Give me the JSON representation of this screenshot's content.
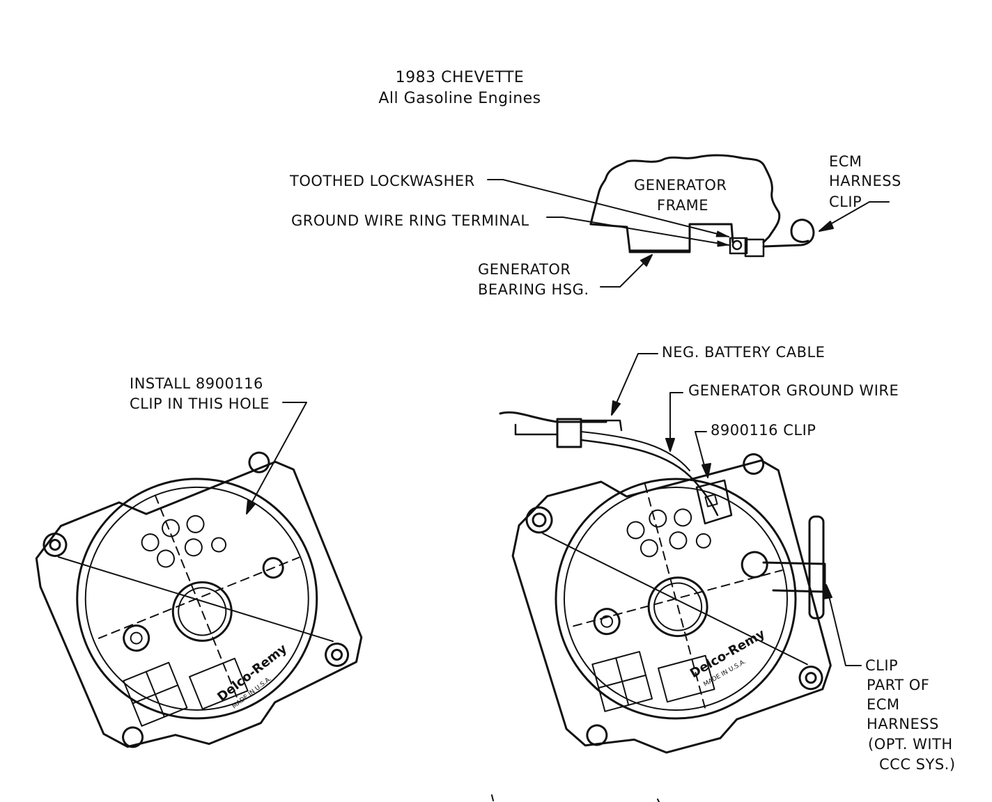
{
  "title": {
    "line1": "1983  CHEVETTE",
    "line2": "All  Gasoline  Engines"
  },
  "labels": {
    "toothed_lockwasher": "TOOTHED LOCKWASHER",
    "ground_wire_ring_terminal": "GROUND WIRE RING TERMINAL",
    "generator_frame_1": "GENERATOR",
    "generator_frame_2": "FRAME",
    "ecm_harness_clip_1": "ECM",
    "ecm_harness_clip_2": "HARNESS",
    "ecm_harness_clip_3": "CLIP",
    "generator_bearing_1": "GENERATOR",
    "generator_bearing_2": "BEARING HSG.",
    "install_clip_1": "INSTALL 8900116",
    "install_clip_2": "CLIP IN THIS HOLE",
    "neg_battery_cable": "NEG. BATTERY CABLE",
    "generator_ground_wire": "GENERATOR GROUND WIRE",
    "clip_8900116": "8900116  CLIP",
    "clip_part_1": "CLIP",
    "clip_part_2": "PART OF",
    "clip_part_3": "ECM",
    "clip_part_4": "HARNESS",
    "clip_part_5": "(OPT. WITH",
    "clip_part_6": "CCC SYS.)"
  },
  "brand": {
    "name": "Delco-Remy",
    "made_in": "MADE IN U.S.A."
  }
}
